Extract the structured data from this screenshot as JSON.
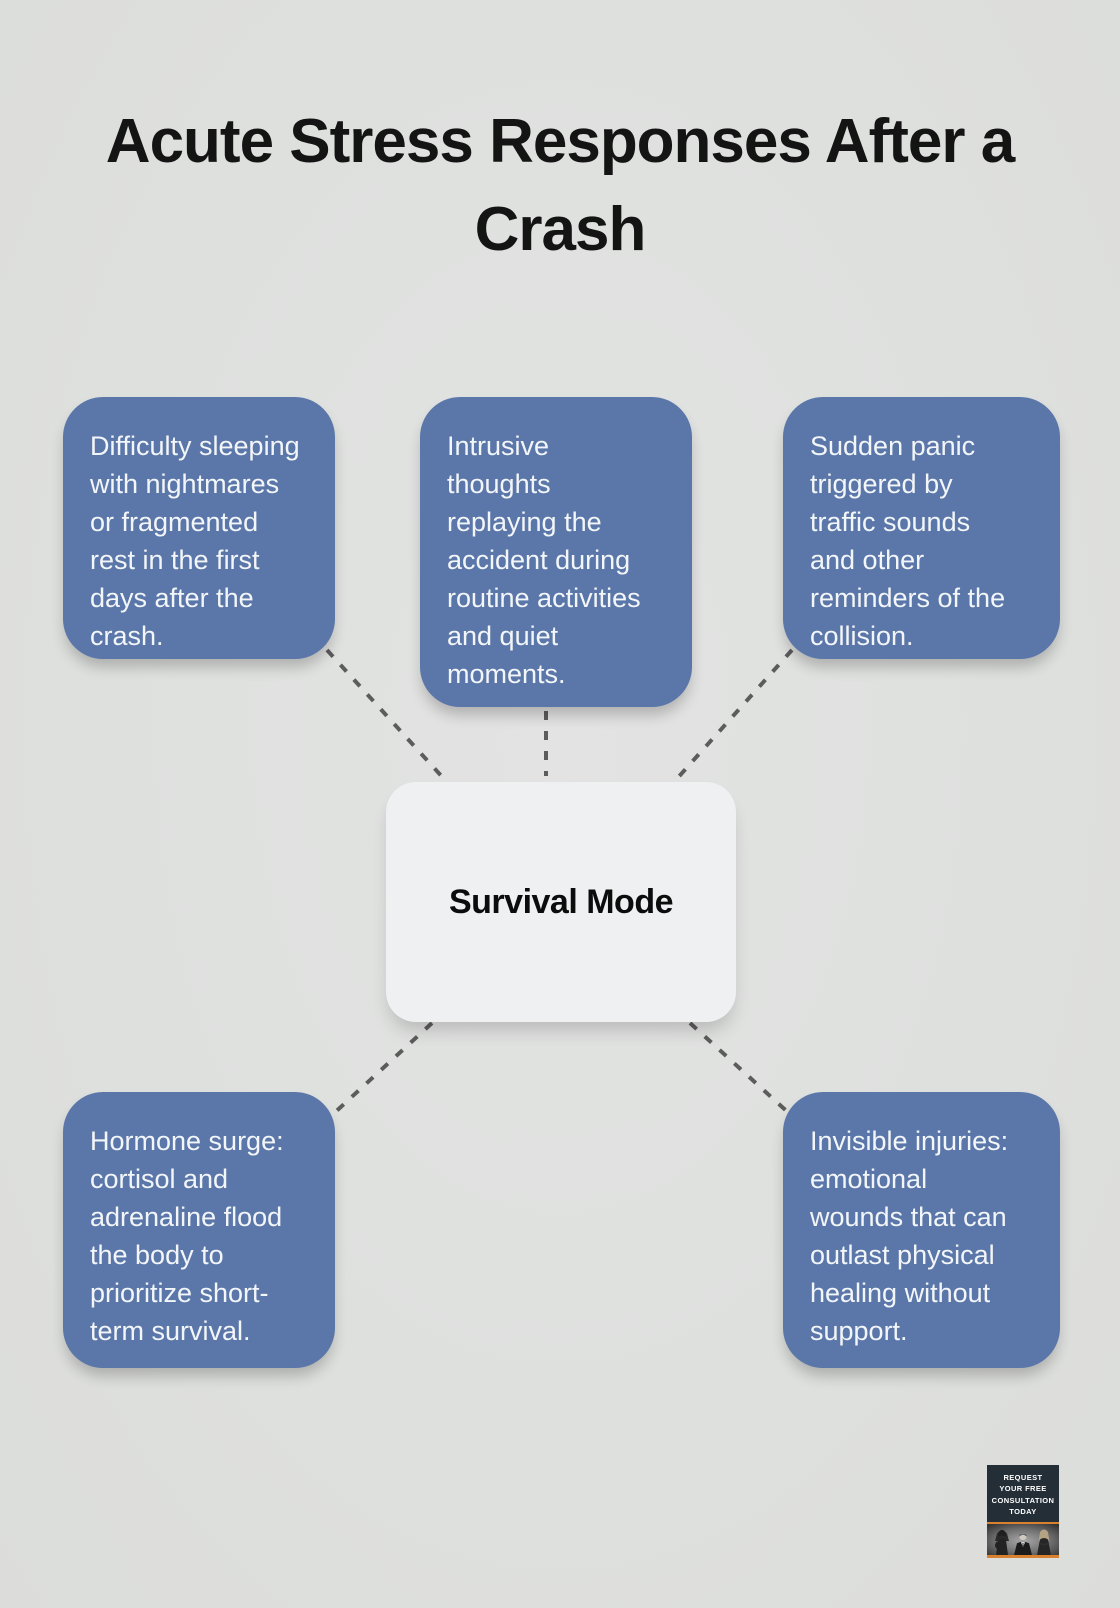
{
  "page": {
    "title": "Acute Stress Responses After a Crash",
    "background_color": "#dfe0df",
    "node_color": "#5b77a9",
    "node_text_color": "#f3f6f9",
    "center_node_color": "#eef0f1",
    "title_color": "#141414"
  },
  "center_node": {
    "label": "Survival Mode"
  },
  "nodes": [
    {
      "id": "sleep-difficulty",
      "text": "Difficulty sleeping\nwith nightmares\nor fragmented\nrest in the first\ndays after the\ncrash."
    },
    {
      "id": "intrusive-thoughts",
      "text": "Intrusive\nthoughts\nreplaying the\naccident during\nroutine activities\nand quiet\nmoments."
    },
    {
      "id": "sudden-panic",
      "text": "Sudden panic\ntriggered by\ntraffic sounds\nand other\nreminders of the\ncollision."
    },
    {
      "id": "hormone-surge",
      "text": "Hormone surge:\ncortisol and\nadrenaline flood\nthe body to\nprioritize short-\nterm survival."
    },
    {
      "id": "invisible-injuries",
      "text": "Invisible injuries:\nemotional\nwounds that can\noutlast physical\nhealing without\nsupport."
    }
  ],
  "connectors": {
    "color": "#5c5c5c"
  },
  "badge": {
    "cta_lines": {
      "0": "REQUEST",
      "1": "YOUR FREE",
      "2": "CONSULTATION",
      "3": "TODAY"
    },
    "accent_orange": "#d8812f",
    "background": "#232e37"
  }
}
